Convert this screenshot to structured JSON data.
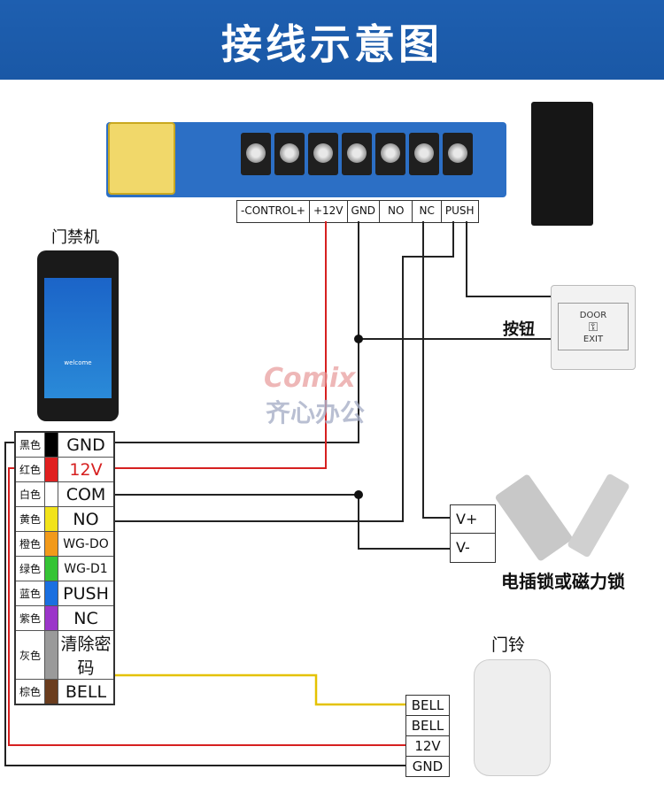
{
  "header": {
    "title": "接线示意图"
  },
  "board": {
    "terminals": [
      "-CONTROL+",
      "+12V",
      "GND",
      "NO",
      "NC",
      "PUSH"
    ]
  },
  "terminal_device": {
    "title": "门禁机",
    "screen_text": "welcome"
  },
  "cable_table": [
    {
      "color_name": "黑色",
      "color": "#000000",
      "function": "GND"
    },
    {
      "color_name": "红色",
      "color": "#e02020",
      "function": "12V"
    },
    {
      "color_name": "白色",
      "color": "#ffffff",
      "function": "COM"
    },
    {
      "color_name": "黄色",
      "color": "#f2e31a",
      "function": "NO"
    },
    {
      "color_name": "橙色",
      "color": "#f29a1a",
      "function": "WG-DO"
    },
    {
      "color_name": "绿色",
      "color": "#35c435",
      "function": "WG-D1"
    },
    {
      "color_name": "蓝色",
      "color": "#1a6fe0",
      "function": "PUSH"
    },
    {
      "color_name": "紫色",
      "color": "#9b35c9",
      "function": "NC"
    },
    {
      "color_name": "灰色",
      "color": "#9a9a9a",
      "function": "清除密码"
    },
    {
      "color_name": "棕色",
      "color": "#6b3d1e",
      "function": "BELL"
    }
  ],
  "exit_button": {
    "label": "按钮",
    "line1": "DOOR",
    "line2": "EXIT"
  },
  "lock": {
    "label": "电插锁或磁力锁",
    "vplus": "V+",
    "vminus": "V-"
  },
  "doorbell": {
    "label": "门铃",
    "terminals": [
      "BELL",
      "BELL",
      "12V",
      "GND"
    ]
  },
  "watermark": {
    "brand": "Comix",
    "cn": "齐心办公"
  },
  "colors": {
    "header_blue": "#1e5fb0",
    "wire_red": "#d62020",
    "wire_yellow": "#e4c200",
    "wire_black": "#222222"
  }
}
